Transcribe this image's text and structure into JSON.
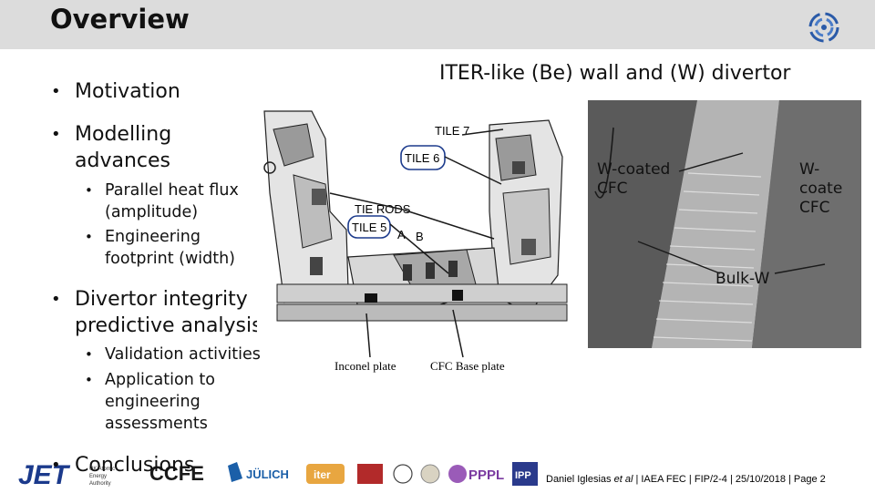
{
  "title": "Overview",
  "subtitle": "ITER-like (Be) wall and (W) divertor",
  "bullets": {
    "motivation": "Motivation",
    "modelling_line1": "Modelling",
    "modelling_line2": "advances",
    "sub_parallel_1": "Parallel heat flux",
    "sub_parallel_2": "(amplitude)",
    "sub_engineering_1": "Engineering",
    "sub_engineering_2": "footprint (width)",
    "divertor_1": "Divertor integrity",
    "divertor_2": "predictive analysis",
    "sub_validation": "Validation activities",
    "sub_application_1": "Application to",
    "sub_application_2": "engineering",
    "sub_application_3": "assessments",
    "conclusions": "Conclusions"
  },
  "diagram": {
    "tile7": "TILE 7",
    "tile6": "TILE 6",
    "tierods": "TIE RODS",
    "tile5": "TILE 5",
    "a": "A",
    "b": "B",
    "inconel": "Inconel plate",
    "cfc_base": "CFC Base plate"
  },
  "photo": {
    "wcoated_left_1": "W-coated",
    "wcoated_left_2": "CFC",
    "wcoated_right_1": "W-coate",
    "wcoated_right_2": "CFC",
    "bulk_w": "Bulk-W"
  },
  "logos": {
    "jet": "JET",
    "ukaea_1": "UK Atomic",
    "ukaea_2": "Energy",
    "ukaea_3": "Authority",
    "ccfe": "CCFE",
    "julich": "JÜLICH",
    "iter": "iter",
    "pppl": "PPPL",
    "ipp": "IPP"
  },
  "footer": {
    "author": "Daniel Iglesias ",
    "etal": "et al",
    "rest": " | IAEA FEC | FIP/2-4 | 25/10/2018 | Page 2"
  },
  "colors": {
    "title_bar": "#dcdcdc",
    "jet_blue": "#1b3a8c",
    "arrow": "#1a1a1a"
  }
}
